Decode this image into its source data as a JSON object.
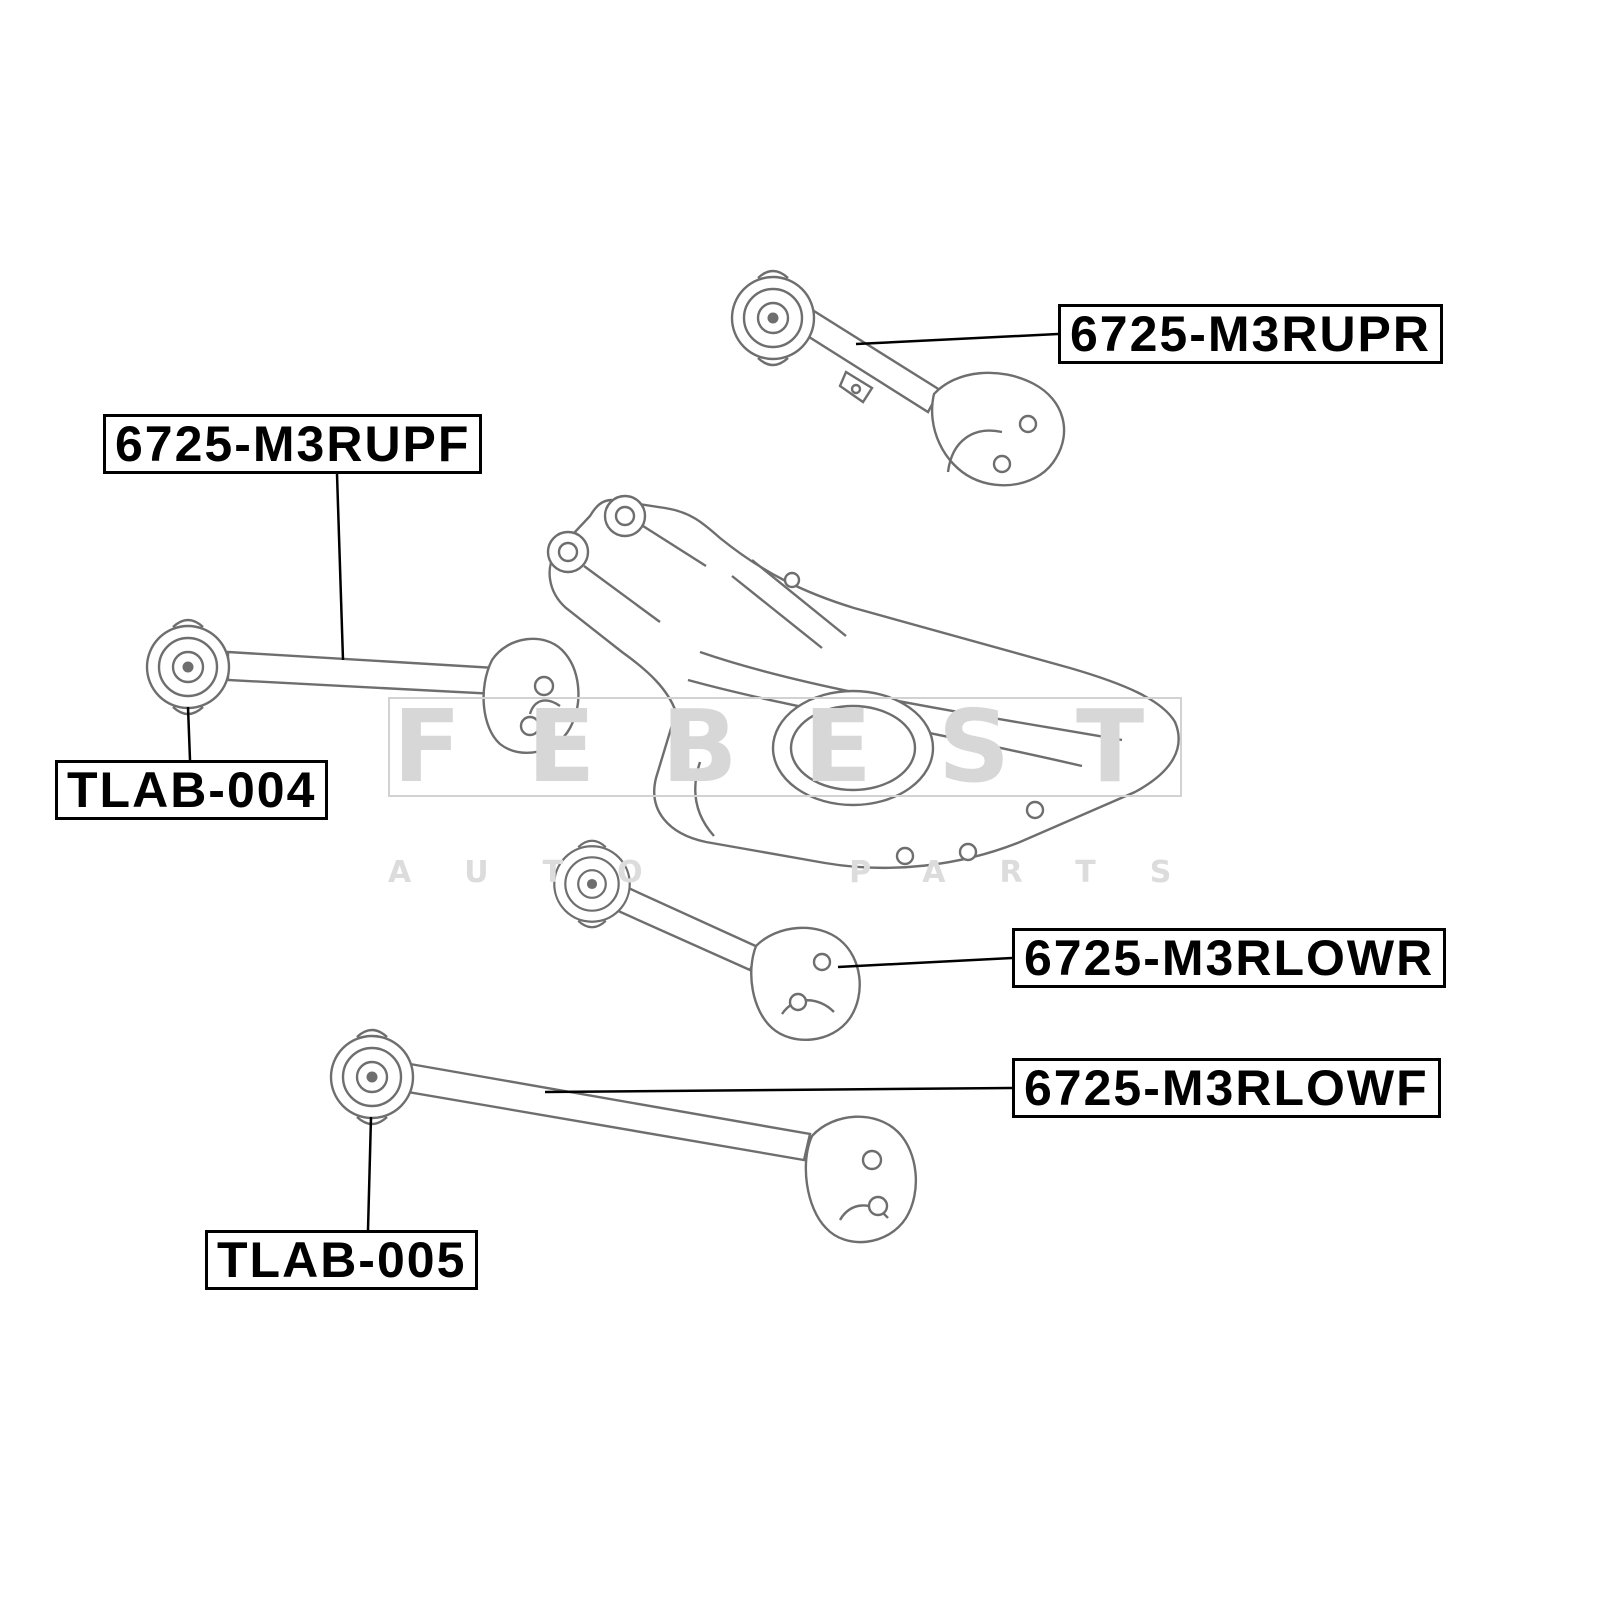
{
  "diagram": {
    "description_colors": {
      "line_art": "#6e6e6e",
      "ink": "#000000",
      "watermark": "#d7d7d7",
      "background": "#ffffff"
    },
    "watermark": {
      "brand": "FEBEST",
      "subtitle": "AUTO PARTS"
    },
    "labels": [
      {
        "text": "6725-M3RUPR"
      },
      {
        "text": "6725-M3RUPF"
      },
      {
        "text": "TLAB-004"
      },
      {
        "text": "6725-M3RLOWR"
      },
      {
        "text": "6725-M3RLOWF"
      },
      {
        "text": "TLAB-005"
      }
    ]
  }
}
